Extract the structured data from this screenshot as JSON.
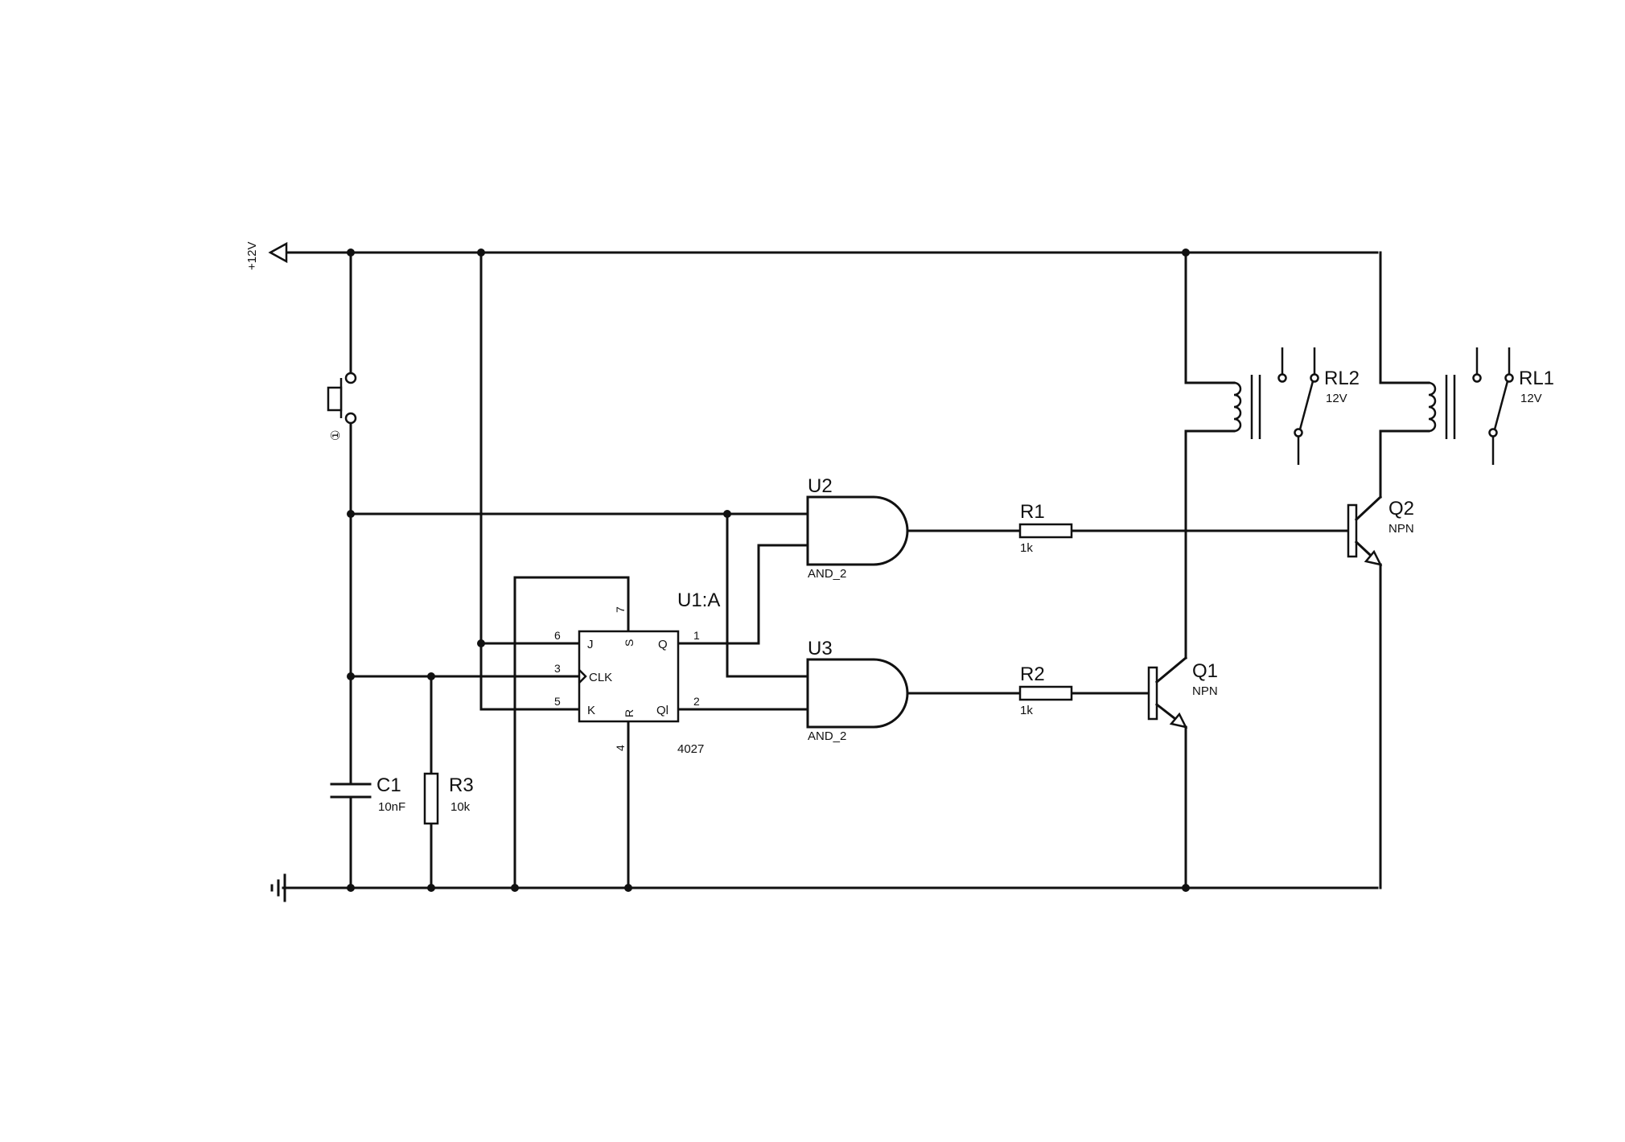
{
  "power": {
    "label": "+12V"
  },
  "switch": {
    "label": "①"
  },
  "u1": {
    "ref": "U1:A",
    "part": "4027",
    "pins": {
      "j": "J",
      "clk": "CLK",
      "k": "K",
      "s": "S",
      "r": "R",
      "q": "Q",
      "qbar": "Ql"
    },
    "pin_numbers": {
      "j": "6",
      "clk": "3",
      "k": "5",
      "s": "7",
      "r": "4",
      "q": "1",
      "qbar": "2"
    }
  },
  "u2": {
    "ref": "U2",
    "type": "AND_2"
  },
  "u3": {
    "ref": "U3",
    "type": "AND_2"
  },
  "r1": {
    "ref": "R1",
    "value": "1k"
  },
  "r2": {
    "ref": "R2",
    "value": "1k"
  },
  "r3": {
    "ref": "R3",
    "value": "10k"
  },
  "c1": {
    "ref": "C1",
    "value": "10nF"
  },
  "q1": {
    "ref": "Q1",
    "type": "NPN"
  },
  "q2": {
    "ref": "Q2",
    "type": "NPN"
  },
  "rl1": {
    "ref": "RL1",
    "value": "12V"
  },
  "rl2": {
    "ref": "RL2",
    "value": "12V"
  }
}
